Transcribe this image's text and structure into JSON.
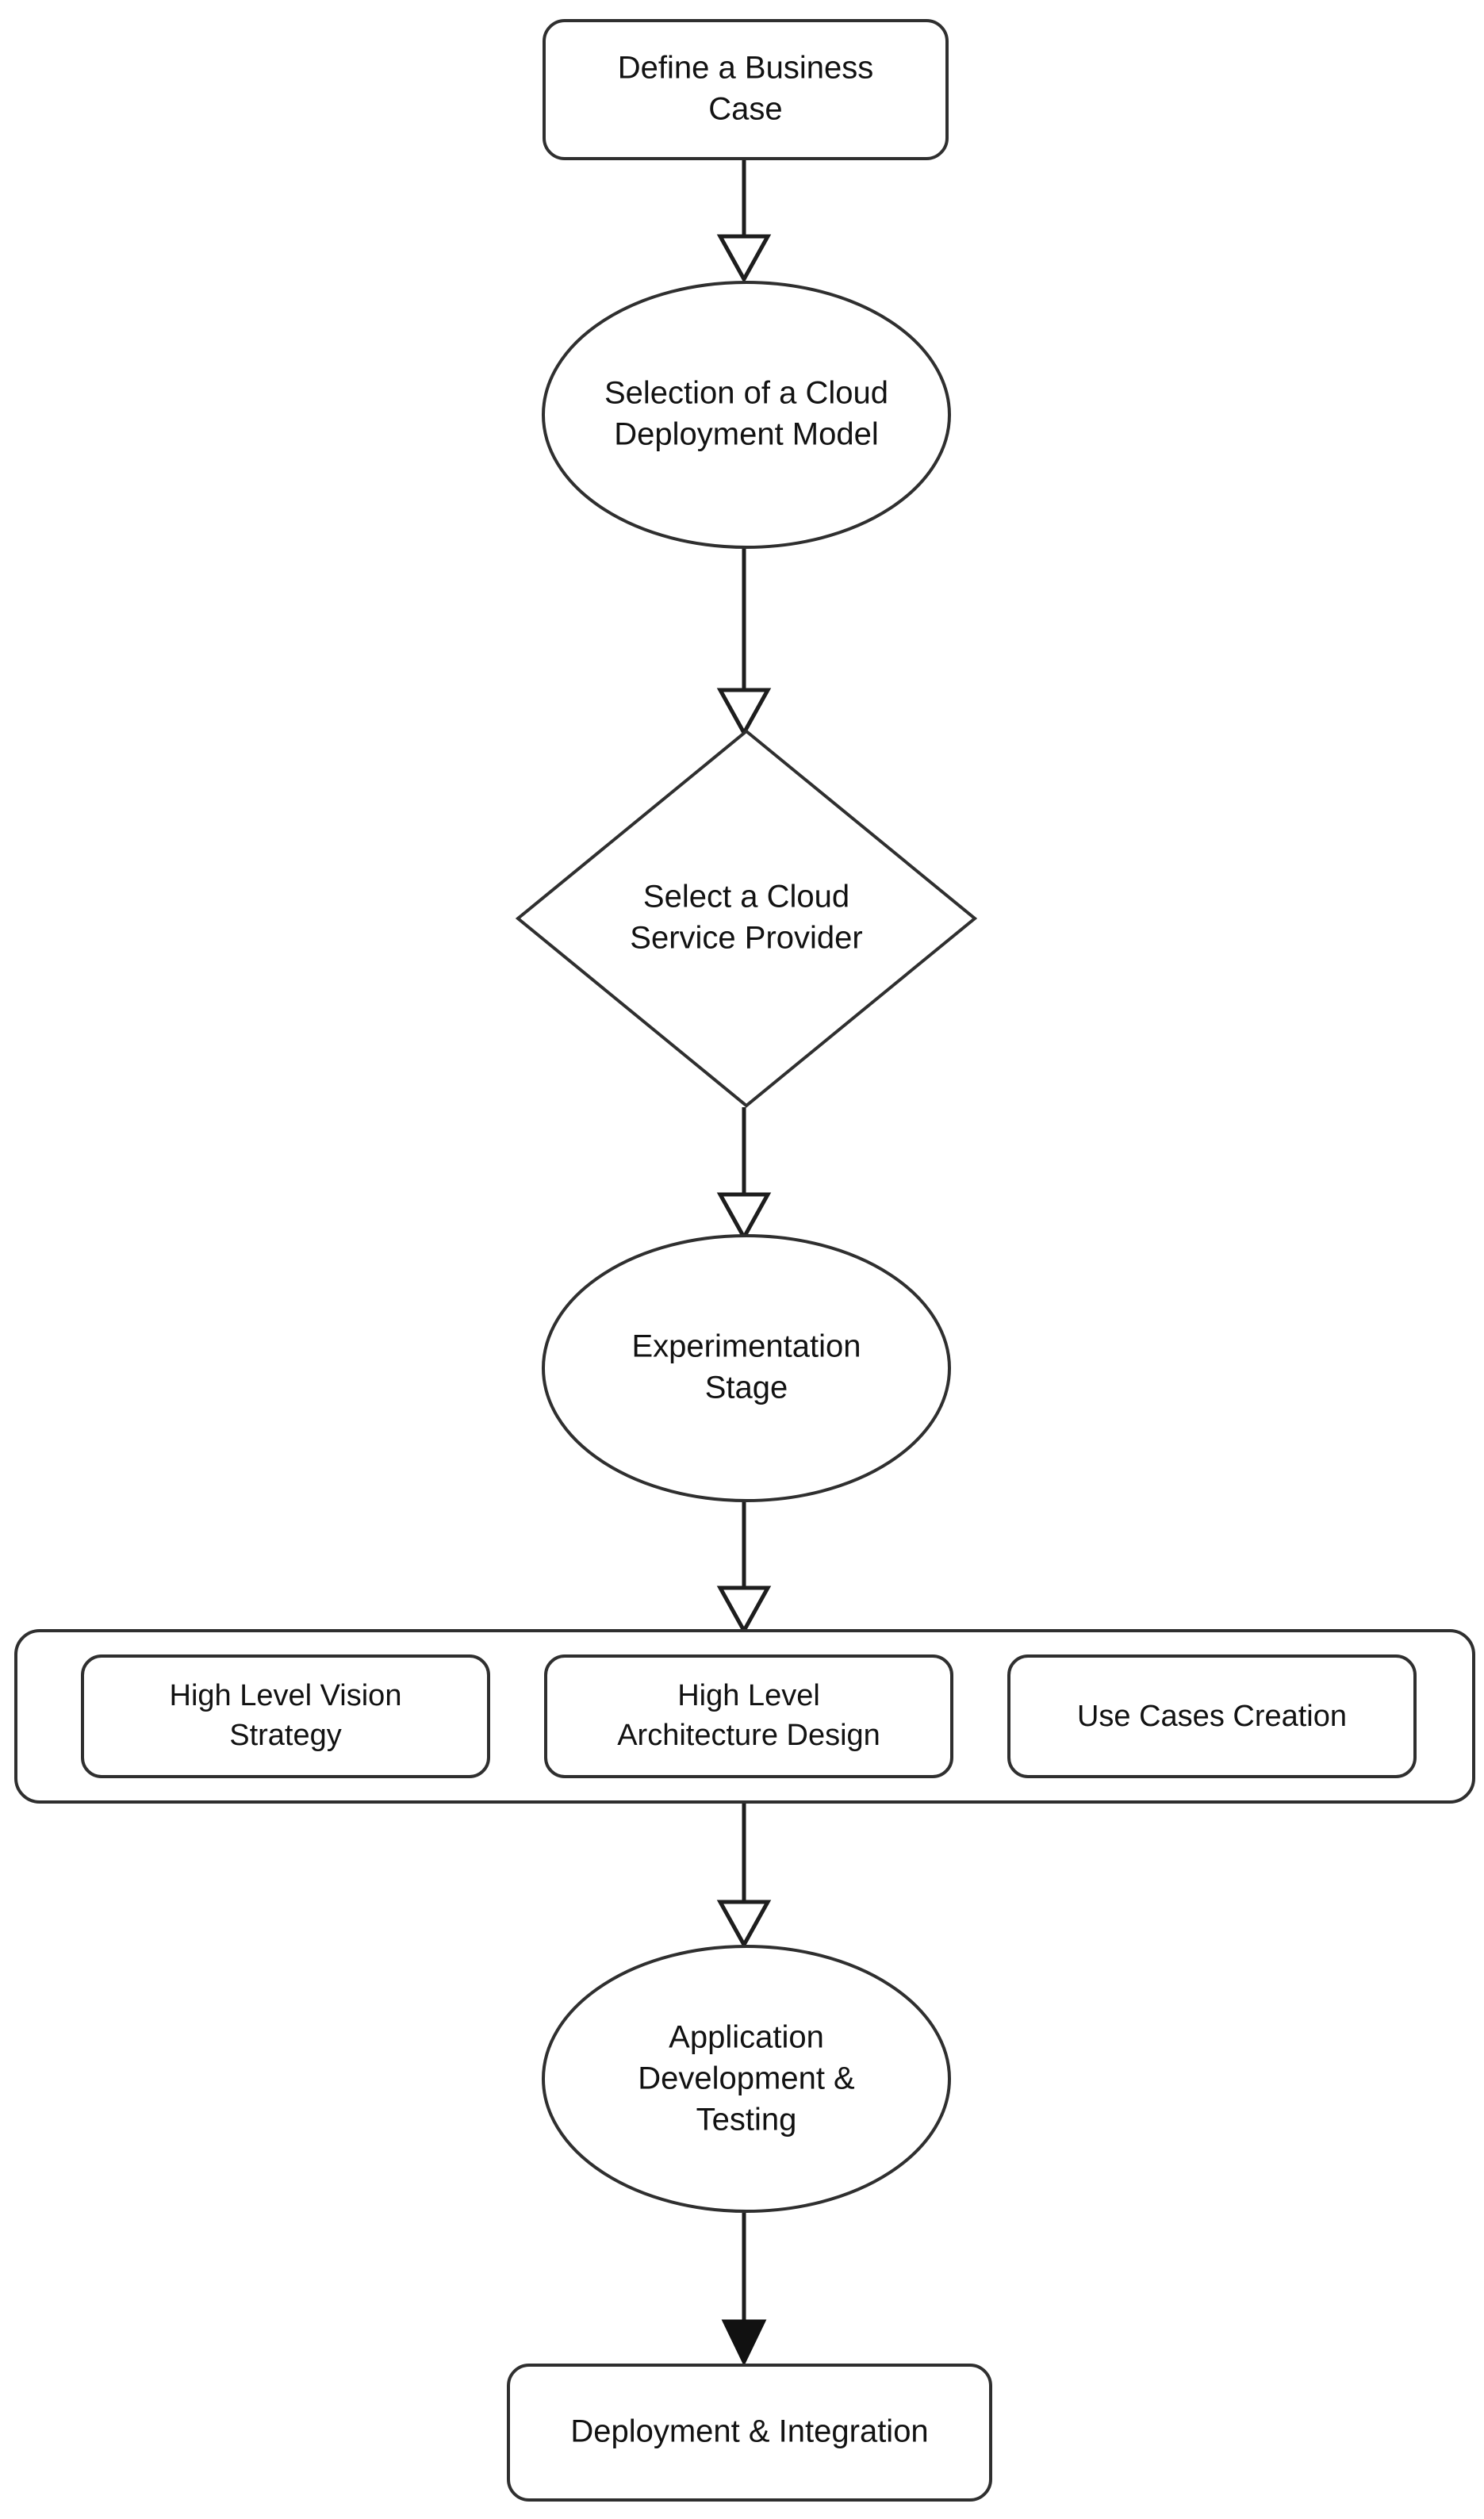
{
  "diagram": {
    "title": "Cloud Adoption Process Flowchart",
    "background_color": "#ffffff",
    "stroke_color": "#2f2f2f",
    "edge_color": "#1d1d1d",
    "text_color": "#121212",
    "nodes": [
      {
        "id": "define-business-case",
        "shape": "rounded-rectangle",
        "lines": [
          "Define a Business",
          "Case"
        ]
      },
      {
        "id": "selection-cloud-deployment-model",
        "shape": "ellipse",
        "lines": [
          "Selection of a Cloud",
          "Deployment Model"
        ]
      },
      {
        "id": "select-cloud-service-provider",
        "shape": "diamond",
        "lines": [
          "Select a Cloud",
          "Service Provider"
        ]
      },
      {
        "id": "experimentation-stage",
        "shape": "ellipse",
        "lines": [
          "Experimentation",
          "Stage"
        ]
      },
      {
        "id": "planning-group",
        "shape": "rounded-rectangle-container",
        "children": [
          {
            "id": "high-level-vision-strategy",
            "shape": "rounded-rectangle",
            "lines": [
              "High Level Vision",
              "Strategy"
            ]
          },
          {
            "id": "high-level-architecture-design",
            "shape": "rounded-rectangle",
            "lines": [
              "High Level",
              "Architecture Design"
            ]
          },
          {
            "id": "use-cases-creation",
            "shape": "rounded-rectangle",
            "lines": [
              "Use Cases Creation"
            ]
          }
        ]
      },
      {
        "id": "application-development-testing",
        "shape": "ellipse",
        "lines": [
          "Application",
          "Development &",
          "Testing"
        ]
      },
      {
        "id": "deployment-integration",
        "shape": "rounded-rectangle",
        "lines": [
          "Deployment & Integration"
        ]
      }
    ],
    "edges": [
      {
        "from": "define-business-case",
        "to": "selection-cloud-deployment-model",
        "arrowhead": "open-triangle"
      },
      {
        "from": "selection-cloud-deployment-model",
        "to": "select-cloud-service-provider",
        "arrowhead": "open-triangle"
      },
      {
        "from": "select-cloud-service-provider",
        "to": "experimentation-stage",
        "arrowhead": "open-triangle"
      },
      {
        "from": "experimentation-stage",
        "to": "planning-group",
        "arrowhead": "open-triangle"
      },
      {
        "from": "planning-group",
        "to": "application-development-testing",
        "arrowhead": "open-triangle"
      },
      {
        "from": "application-development-testing",
        "to": "deployment-integration",
        "arrowhead": "filled-triangle"
      }
    ]
  },
  "labels": {
    "n0_l0": "Define a Business",
    "n0_l1": "Case",
    "n1_l0": "Selection of a Cloud",
    "n1_l1": "Deployment Model",
    "n2_l0": "Select a Cloud",
    "n2_l1": "Service Provider",
    "n3_l0": "Experimentation",
    "n3_l1": "Stage",
    "g0_l0": "High Level Vision",
    "g0_l1": "Strategy",
    "g1_l0": "High Level",
    "g1_l1": "Architecture Design",
    "g2_l0": "Use Cases Creation",
    "n5_l0": "Application",
    "n5_l1": "Development &",
    "n5_l2": "Testing",
    "n6_l0": "Deployment & Integration"
  }
}
